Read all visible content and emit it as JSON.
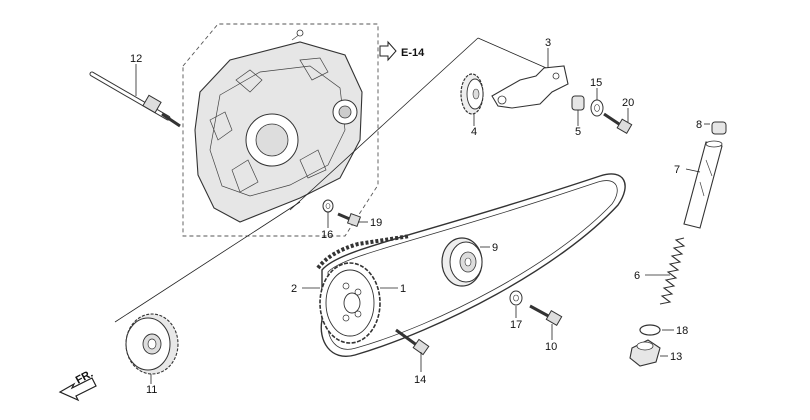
{
  "diagram": {
    "reference": {
      "label": "E-14"
    },
    "direction": {
      "label": "FR."
    },
    "callouts": [
      {
        "id": "c1",
        "label": "1",
        "part": "cam chain sprocket"
      },
      {
        "id": "c2",
        "label": "2",
        "part": "cam chain"
      },
      {
        "id": "c3",
        "label": "3",
        "part": "tensioner arm bracket"
      },
      {
        "id": "c4",
        "label": "4",
        "part": "tensioner sprocket"
      },
      {
        "id": "c5",
        "label": "5",
        "part": "collar"
      },
      {
        "id": "c6",
        "label": "6",
        "part": "spring"
      },
      {
        "id": "c7",
        "label": "7",
        "part": "tensioner pushrod"
      },
      {
        "id": "c8",
        "label": "8",
        "part": "cap"
      },
      {
        "id": "c9",
        "label": "9",
        "part": "guide roller"
      },
      {
        "id": "c10",
        "label": "10",
        "part": "bolt"
      },
      {
        "id": "c11",
        "label": "11",
        "part": "drive sprocket"
      },
      {
        "id": "c12",
        "label": "12",
        "part": "shaft"
      },
      {
        "id": "c13",
        "label": "13",
        "part": "sealing bolt"
      },
      {
        "id": "c14",
        "label": "14",
        "part": "bolt"
      },
      {
        "id": "c15",
        "label": "15",
        "part": "washer"
      },
      {
        "id": "c16",
        "label": "16",
        "part": "washer"
      },
      {
        "id": "c17",
        "label": "17",
        "part": "washer"
      },
      {
        "id": "c18",
        "label": "18",
        "part": "o-ring"
      },
      {
        "id": "c19",
        "label": "19",
        "part": "bolt"
      },
      {
        "id": "c20",
        "label": "20",
        "part": "bolt"
      }
    ]
  }
}
